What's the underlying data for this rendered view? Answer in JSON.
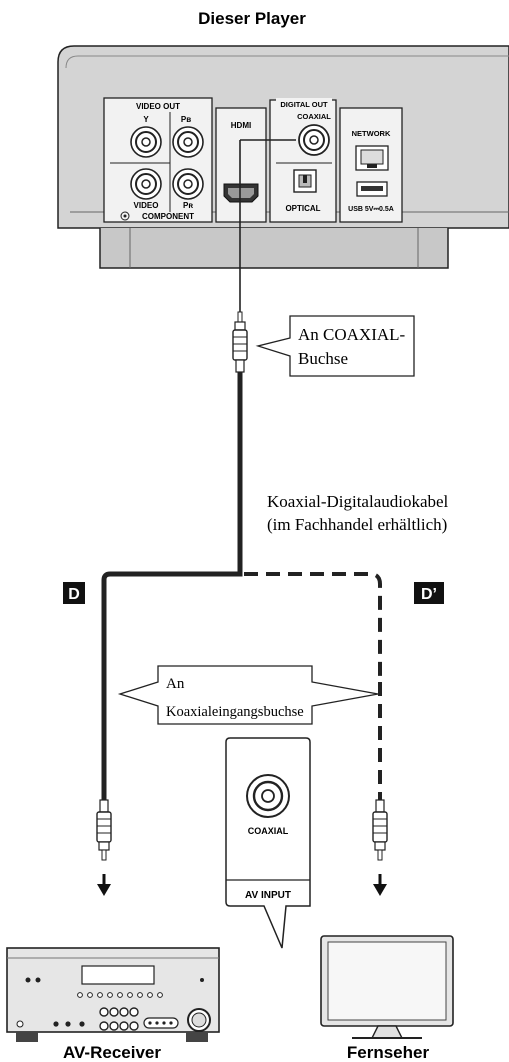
{
  "player": {
    "title": "Dieser Player",
    "video_out": {
      "group_label": "VIDEO OUT",
      "y": "Y",
      "pb": "Pʙ",
      "pr": "Pʀ",
      "video": "VIDEO",
      "component": "COMPONENT"
    },
    "hdmi": "HDMI",
    "digital_out": {
      "group_label": "DIGITAL OUT",
      "coaxial": "COAXIAL",
      "optical": "OPTICAL"
    },
    "network": "NETWORK",
    "usb": "USB  5V⎓0.5A"
  },
  "callouts": {
    "to_coaxial_line1": "An COAXIAL-",
    "to_coaxial_line2": "Buchse",
    "to_input_line1": "An",
    "to_input_line2": "Koaxialeingangsbuchse"
  },
  "cable": {
    "line1": "Koaxial-Digitalaudiokabel",
    "line2": "(im Fachhandel erhältlich)"
  },
  "routes": {
    "d": "D",
    "d_prime": "D’"
  },
  "av_input_box": {
    "coaxial": "COAXIAL",
    "av_input": "AV INPUT"
  },
  "devices": {
    "av_receiver": "AV-Receiver",
    "tv": "Fernseher"
  }
}
